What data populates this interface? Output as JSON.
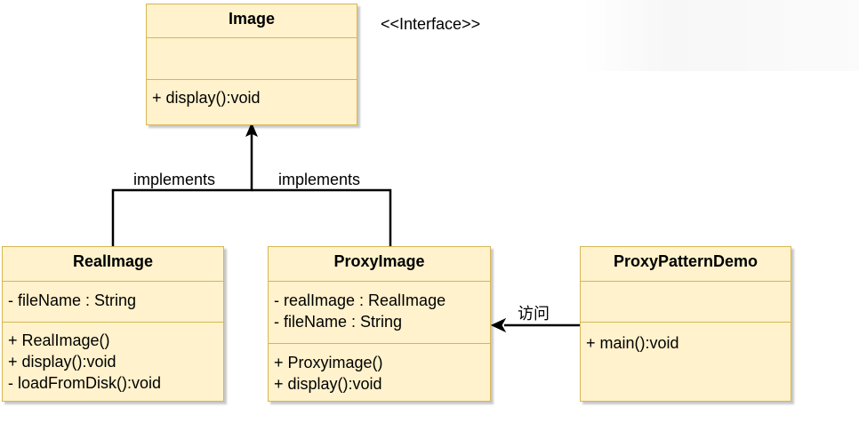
{
  "diagram": {
    "stereotype_label": "<<Interface>>",
    "edge_labels": {
      "implements_left": "implements",
      "implements_right": "implements",
      "access": "访问"
    },
    "classes": {
      "image": {
        "name": "Image",
        "attributes": [],
        "methods": [
          "+ display():void"
        ]
      },
      "real_image": {
        "name": "RealImage",
        "attributes": [
          "- fileName : String"
        ],
        "methods": [
          "+ RealImage()",
          "+ display():void",
          "- loadFromDisk():void"
        ]
      },
      "proxy_image": {
        "name": "ProxyImage",
        "attributes": [
          "- realImage : RealImage",
          "- fileName : String"
        ],
        "methods": [
          "+ Proxyimage()",
          "+ display():void"
        ]
      },
      "proxy_pattern_demo": {
        "name": "ProxyPatternDemo",
        "attributes": [],
        "methods": [
          "+ main():void"
        ]
      }
    },
    "colors": {
      "class_fill": "#fff2cc",
      "class_border": "#d6b656",
      "line": "#000000"
    }
  }
}
